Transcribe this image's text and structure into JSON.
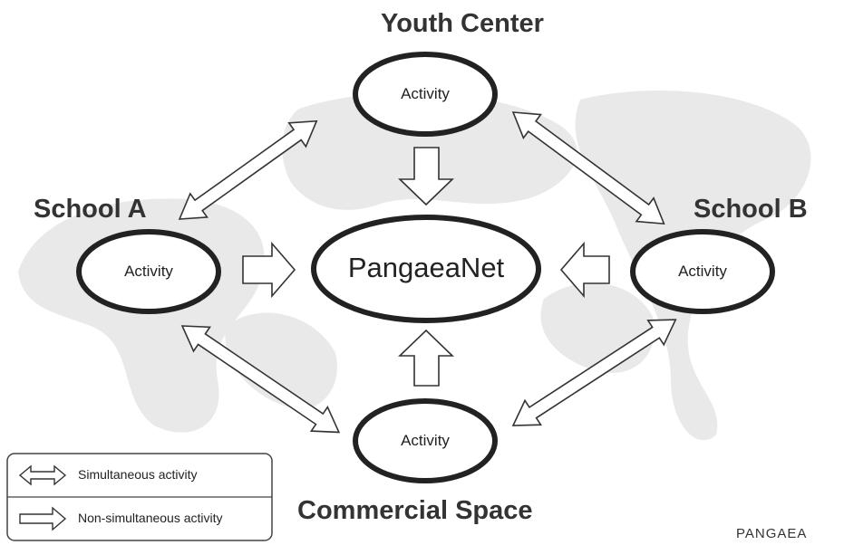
{
  "diagram": {
    "hub": {
      "label": "PangaeaNet"
    },
    "sites": {
      "youth_center": {
        "title": "Youth Center",
        "activity": "Activity"
      },
      "school_a": {
        "title": "School A",
        "activity": "Activity"
      },
      "school_b": {
        "title": "School B",
        "activity": "Activity"
      },
      "commercial_space": {
        "title": "Commercial Space",
        "activity": "Activity"
      }
    },
    "legend": {
      "simultaneous": "Simultaneous activity",
      "non_simultaneous": "Non-simultaneous activity"
    },
    "brand": "PANGAEA"
  }
}
